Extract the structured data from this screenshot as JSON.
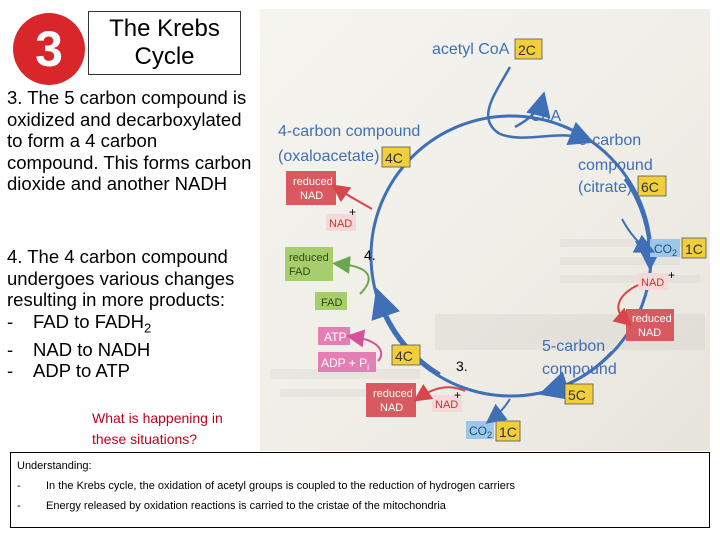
{
  "badge": {
    "number": "3"
  },
  "title": {
    "line1": "The Krebs",
    "line2": "Cycle"
  },
  "step3": {
    "text": "3. The 5 carbon compound is oxidized and decarboxylated to form a 4 carbon compound. This forms carbon dioxide and another NADH"
  },
  "step4": {
    "text": "4. The 4 carbon compound undergoes various changes resulting in more products:",
    "items": [
      {
        "dash": "-",
        "text": "FAD to FADH",
        "sub": "2"
      },
      {
        "dash": "-",
        "text": "NAD to NADH",
        "sub": ""
      },
      {
        "dash": "-",
        "text": "ADP to ATP",
        "sub": ""
      }
    ]
  },
  "question": {
    "line1": "What is happening in",
    "line2": "these situations?"
  },
  "diagram": {
    "acetyl": "acetyl CoA",
    "acetyl_badge": "2C",
    "coa": "CoA",
    "four_carbon_line1": "4-carbon compound",
    "four_carbon_line2": "(oxaloacetate)",
    "four_c_badge": "4C",
    "six_carbon_line1": "6-carbon",
    "six_carbon_line2": "compound",
    "six_carbon_line3": "(citrate)",
    "six_c_badge": "6C",
    "reduced_nad": {
      "line1": "reduced",
      "line2": "NAD"
    },
    "nad": "NAD",
    "reduced_fad": {
      "line1": "reduced",
      "line2": "FAD"
    },
    "fad": "FAD",
    "atp": "ATP",
    "adp_p": "ADP + P",
    "adp_p_sub": "i",
    "co2": "CO",
    "co2_sub": "2",
    "one_c_badge": "1C",
    "five_carbon_line1": "5-carbon",
    "five_carbon_line2": "compound",
    "five_c_badge": "5C",
    "label_4": "4.",
    "label_3": "3.",
    "plus": "+"
  },
  "understanding": {
    "heading": "Understanding:",
    "items": [
      {
        "dash": "-",
        "text": "In the Krebs cycle, the oxidation of acetyl groups is coupled to the reduction of hydrogen carriers"
      },
      {
        "dash": "-",
        "text": "Energy released by oxidation reactions is carried to the cristae of the mitochondria"
      }
    ]
  },
  "colors": {
    "badge_red": "#d9262b",
    "question_red": "#c0001c",
    "cycle_blue": "#3f6fb7",
    "badge_yellow": "#f1cf3c",
    "red_box": "#d85a60",
    "green_box": "#a7ce6c",
    "pink_box": "#e37fb4",
    "blue_box": "#9cc7e8"
  }
}
